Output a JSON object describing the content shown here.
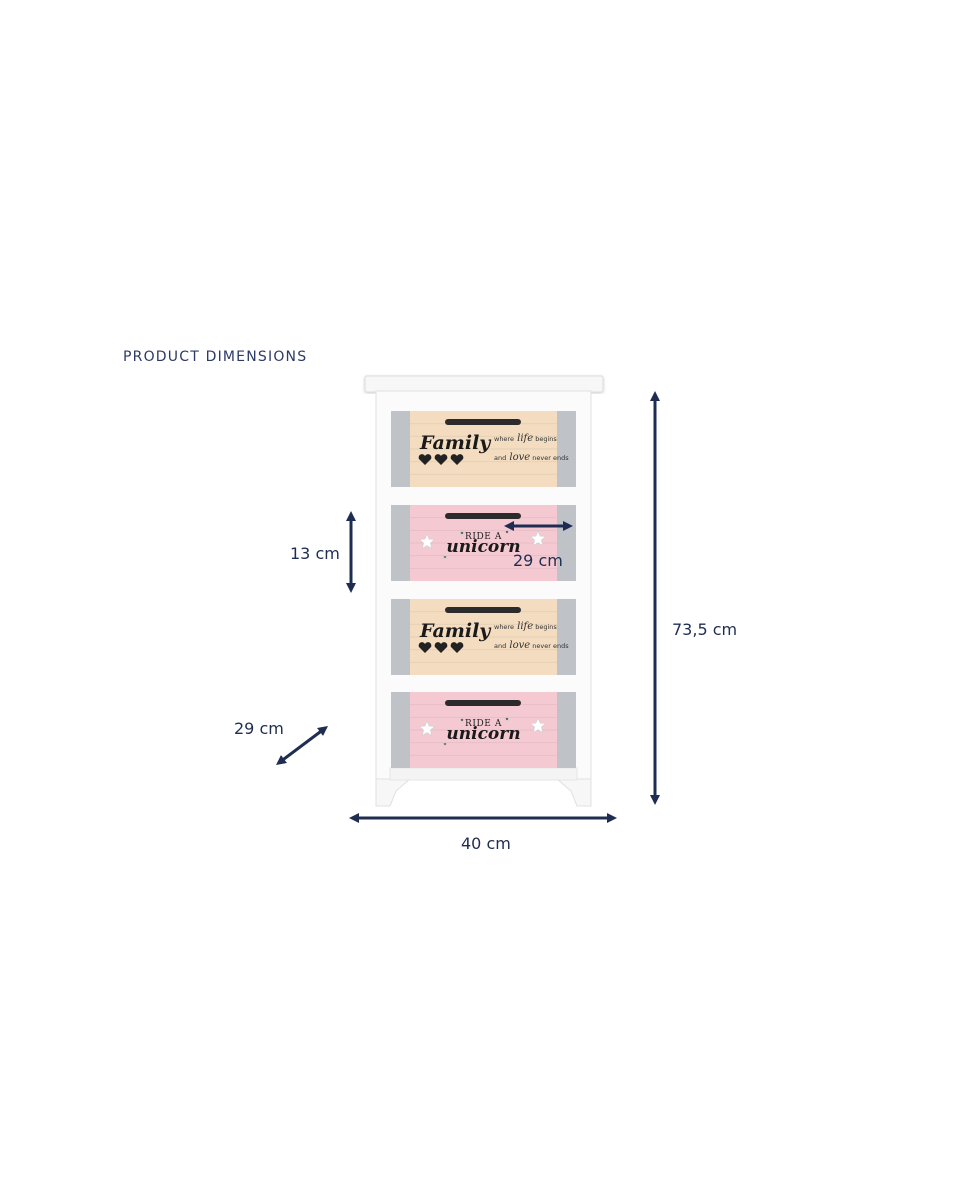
{
  "heading": "PRODUCT DIMENSIONS",
  "dimensions": {
    "height": "73,5 cm",
    "width": "40 cm",
    "depth": "29 cm",
    "drawer_height": "13 cm",
    "drawer_depth": "29 cm"
  },
  "drawers": [
    {
      "style": "family",
      "title": "Family",
      "line1a": "where",
      "line1b": "life",
      "line1c": "begins",
      "line2a": "and",
      "line2b": "love",
      "line2c": "never ends",
      "color": "#f3dcc0"
    },
    {
      "style": "unicorn",
      "title": "unicorn",
      "top": "RIDE A",
      "color": "#f5c9d2"
    },
    {
      "style": "family",
      "title": "Family",
      "line1a": "where",
      "line1b": "life",
      "line1c": "begins",
      "line2a": "and",
      "line2b": "love",
      "line2c": "never ends",
      "color": "#f3dcc0"
    },
    {
      "style": "unicorn",
      "title": "unicorn",
      "top": "RIDE A",
      "color": "#f5c9d2"
    }
  ],
  "colors": {
    "arrow": "#1f2d52",
    "frame": "#fbfbfb",
    "side_panel": "#bfc3c7"
  },
  "icons": [
    "heart-icon",
    "star-icon",
    "drawer-handle"
  ]
}
